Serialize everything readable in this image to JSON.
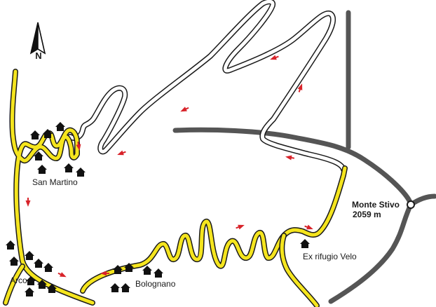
{
  "north_label": "N",
  "places": {
    "san_martino": "San Martino",
    "arco": "Arco",
    "bolognano": "Bolognano",
    "ex_rifugio_velo": "Ex rifugio Velo"
  },
  "peak": {
    "name": "Monte Stivo",
    "elevation": "2059 m"
  },
  "colors": {
    "main_road": "#555555",
    "route_yellow": "#f5e51e",
    "route_white": "#ffffff",
    "outline": "#1a1a1a",
    "direction_arrow": "#d8232a",
    "house": "#111111"
  },
  "icons": [
    "north-arrow-icon",
    "house-icon",
    "direction-arrow-icon",
    "summit-marker-icon"
  ]
}
